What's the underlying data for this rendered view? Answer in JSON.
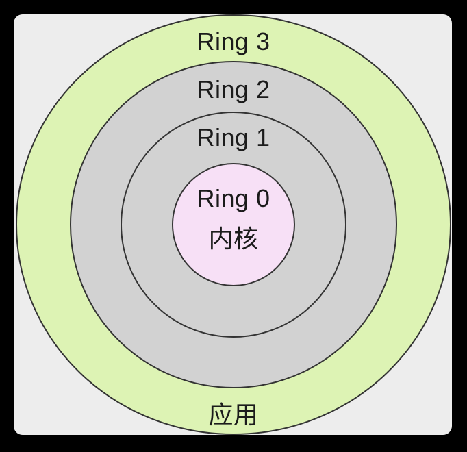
{
  "colors": {
    "frame": "#000000",
    "panel": "#ededed",
    "outline": "#333333",
    "text": "#1b1b1b"
  },
  "rings": [
    {
      "label": "Ring 3",
      "fill": "#ddf3b4",
      "bottom_label": "应用"
    },
    {
      "label": "Ring 2",
      "fill": "#d2d2d2"
    },
    {
      "label": "Ring 1",
      "fill": "#d2d2d2"
    },
    {
      "label": "Ring 0",
      "fill": "#f7e0f6",
      "center_label": "内核"
    }
  ]
}
